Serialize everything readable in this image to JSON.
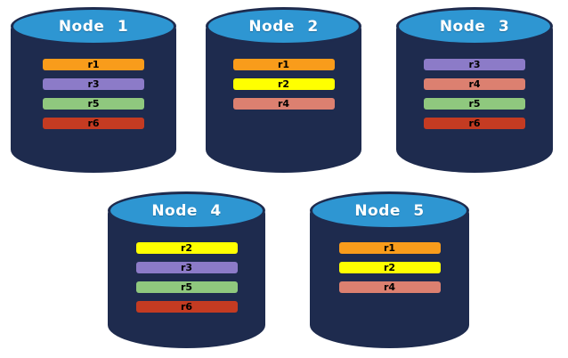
{
  "diagram": {
    "description": "Five database node cylinders showing replica placement",
    "colors": {
      "cylinder_body": "#1E2B4E",
      "cylinder_top": "#2E96D2",
      "title_text": "#FFFFFF",
      "bar_text": "#000000"
    },
    "replica_colors": {
      "r1": "#F99C1B",
      "r2": "#FFFF00",
      "r3": "#8C7BC8",
      "r4": "#DC8070",
      "r5": "#8FC87E",
      "r6": "#C43B22"
    },
    "nodes": [
      {
        "label": "Node 1",
        "replicas": [
          "r1",
          "r3",
          "r5",
          "r6"
        ]
      },
      {
        "label": "Node 2",
        "replicas": [
          "r1",
          "r2",
          "r4"
        ]
      },
      {
        "label": "Node 3",
        "replicas": [
          "r3",
          "r4",
          "r5",
          "r6"
        ]
      },
      {
        "label": "Node 4",
        "replicas": [
          "r2",
          "r3",
          "r5",
          "r6"
        ]
      },
      {
        "label": "Node 5",
        "replicas": [
          "r1",
          "r2",
          "r4"
        ]
      }
    ]
  }
}
